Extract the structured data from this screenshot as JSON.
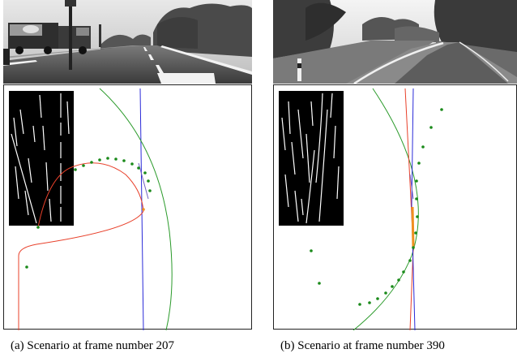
{
  "figure": {
    "subfigures": [
      {
        "id": "a",
        "caption": "(a) Scenario at frame number 207",
        "photo_description_icon": "road-scene-trucks-photo",
        "inset_icon": "lane-edge-detection-inset"
      },
      {
        "id": "b",
        "caption": "(b) Scenario at frame number 390",
        "photo_description_icon": "curved-road-scene-photo",
        "inset_icon": "lane-edge-detection-inset"
      }
    ]
  },
  "colors": {
    "estimate_curve_red": "#e8402a",
    "fit_curve_green": "#2a9a2a",
    "reference_line_blue": "#2a2ad8",
    "points_green": "#1a8a1a",
    "highlight_orange": "#f09020"
  }
}
